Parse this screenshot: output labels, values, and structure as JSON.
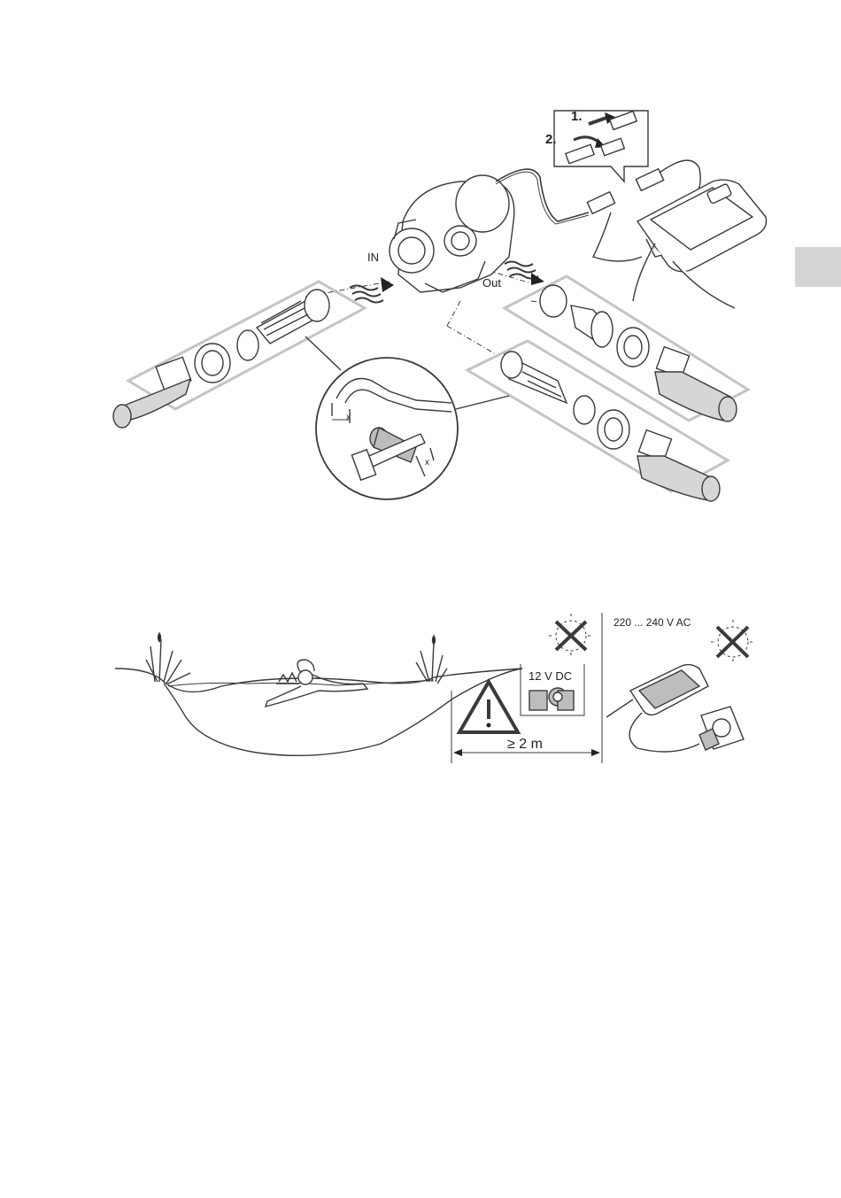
{
  "figure_top": {
    "inlet_label": "IN",
    "outlet_label": "Out",
    "step_1": "1.",
    "step_2": "2.",
    "dimension_x_1": "x",
    "dimension_x_2": "x"
  },
  "figure_bottom": {
    "pump_voltage": "12 V DC",
    "supply_voltage": "220 ... 240 V AC",
    "distance": "≥ 2 m"
  },
  "colors": {
    "line": "#3a3a3a",
    "panel": "#bdbdbd",
    "hose": "#d6d6d6",
    "tab": "#d4d4d4"
  }
}
